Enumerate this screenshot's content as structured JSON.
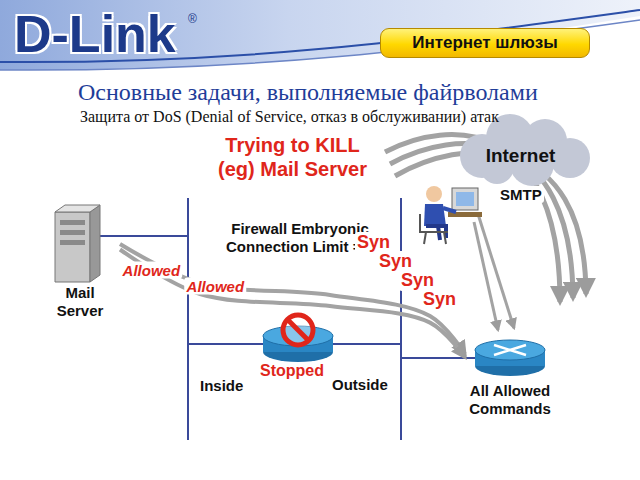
{
  "diagram": {
    "nodes": [
      {
        "text": [
          "Интернет шлюзы"
        ]
      },
      {
        "text": [
          "Internet"
        ]
      },
      {
        "text": [
          "Mail Server"
        ]
      },
      {
        "text": [
          "Firewall Embryonic Connection Limit = 2"
        ]
      },
      {
        "text": [
          "All Allowed Commands"
        ]
      }
    ],
    "edges": [
      {
        "from": 2,
        "to": 4,
        "label": "Allowed",
        "arrow": "to"
      },
      {
        "from": 2,
        "to": 4,
        "label": "Allowed",
        "arrow": "to"
      }
    ],
    "labels": [
      "D-Link",
      "®",
      "Основные задачи, выполняемые файрволами",
      "Защита от DoS (Denial of Service, отказ в обслуживании) атак",
      "Trying to KILL (eg) Mail Server",
      "SMTP",
      "Syn",
      "Syn",
      "Syn",
      "Syn",
      "Stopped",
      "Inside",
      "Outside"
    ]
  }
}
